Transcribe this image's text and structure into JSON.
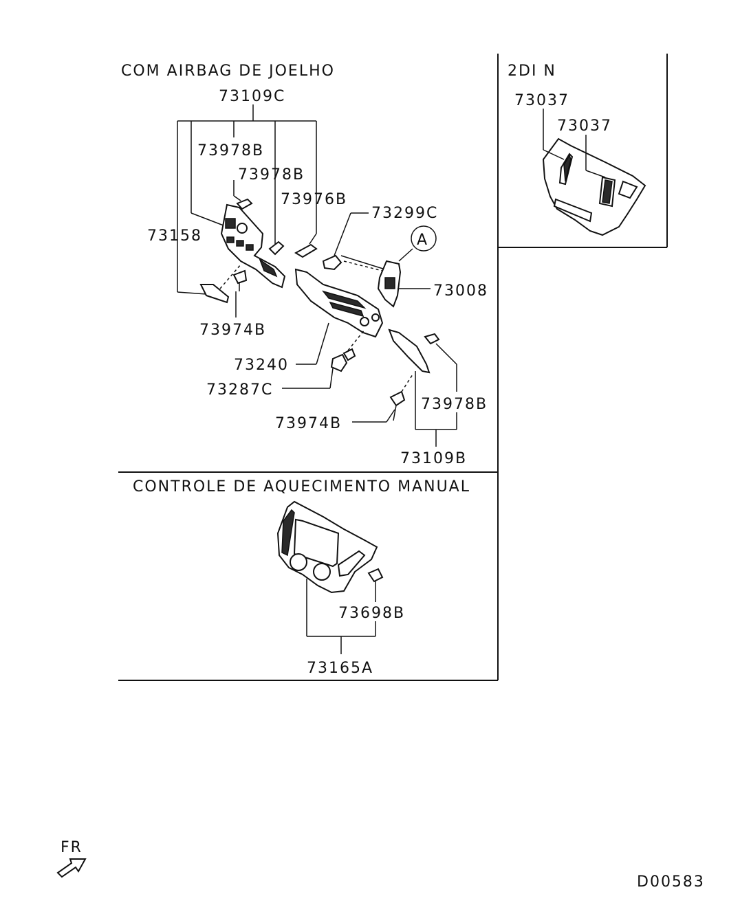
{
  "sections": {
    "knee_airbag": "COM AIRBAG DE JOELHO",
    "din": "2DI N",
    "manual_heat": "CONTROLE DE AQUECIMENTO MANUAL"
  },
  "labels": {
    "p73109C": "73109C",
    "p73978B_a": "73978B",
    "p73978B_b": "73978B",
    "p73976B": "73976B",
    "p73299C": "73299C",
    "p73158": "73158",
    "p73008": "73008",
    "p73974B_a": "73974B",
    "p73240": "73240",
    "p73287C": "73287C",
    "p73974B_b": "73974B",
    "p73978B_c": "73978B",
    "p73109B": "73109B",
    "p73037_a": "73037",
    "p73037_b": "73037",
    "p73698B": "73698B",
    "p73165A": "73165A"
  },
  "callout": "A",
  "footer": {
    "direction": "FR",
    "code": "D00583"
  }
}
